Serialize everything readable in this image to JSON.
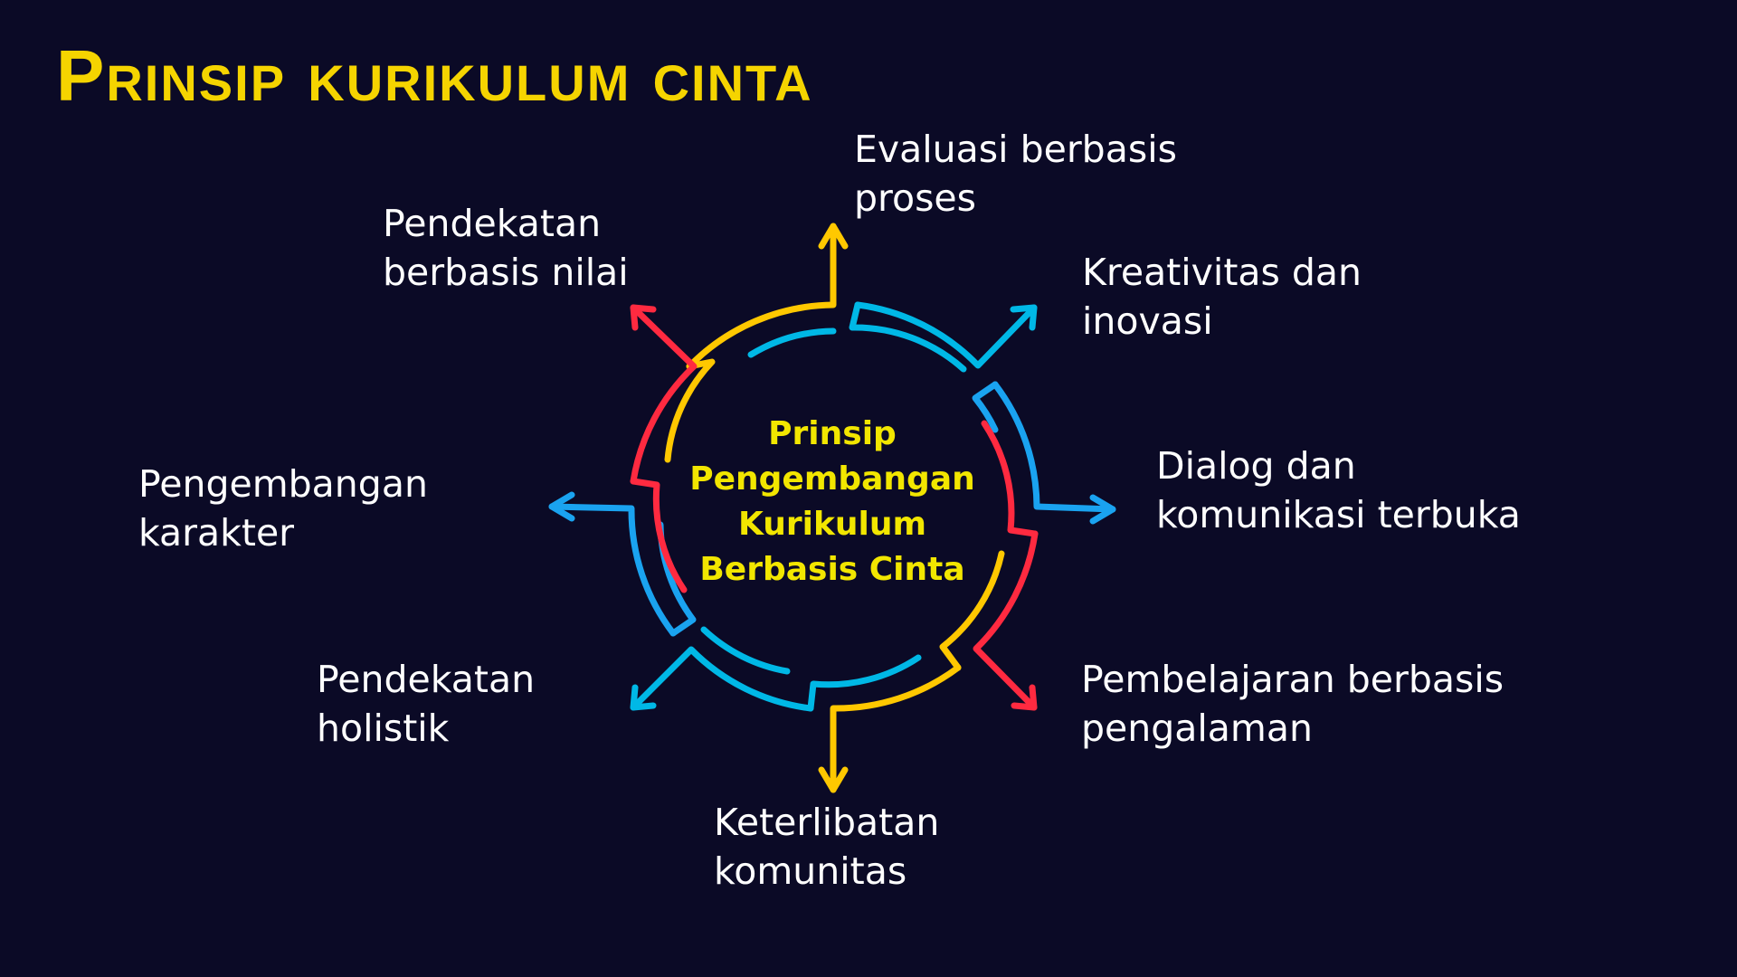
{
  "title": "Prinsip kurikulum cinta",
  "center": "Prinsip\nPengembangan\nKurikulum\nBerbasis Cinta",
  "principles": [
    {
      "label": "Evaluasi berbasis\nproses"
    },
    {
      "label": "Kreativitas dan\ninovasi"
    },
    {
      "label": "Dialog dan\nkomunikasi terbuka"
    },
    {
      "label": "Pembelajaran berbasis\npengalaman"
    },
    {
      "label": "Keterlibatan\nkomunitas"
    },
    {
      "label": "Pendekatan\nholistik"
    },
    {
      "label": "Pengembangan\nkarakter"
    },
    {
      "label": "Pendekatan\nberbasis nilai"
    }
  ],
  "colors": {
    "background": "#0b0a26",
    "title": "#f5d400",
    "center_text": "#f2e600",
    "yellow": "#ffc800",
    "cyan": "#00b8e6",
    "blue": "#1aa3f0",
    "red": "#ff2a40"
  }
}
